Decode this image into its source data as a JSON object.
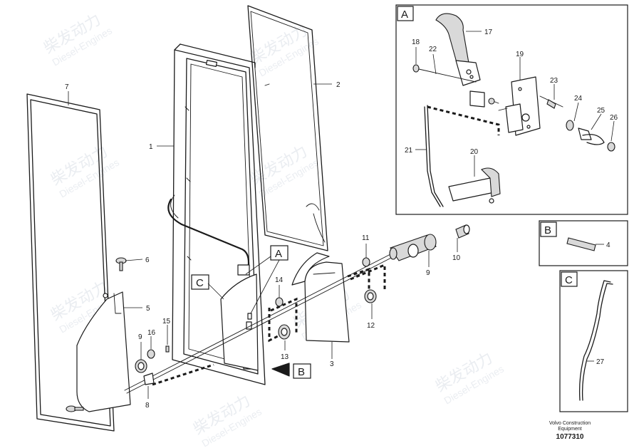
{
  "watermark": {
    "brand_cn": "柴发动力",
    "brand_en": "Diesel-Engines"
  },
  "callouts": {
    "A": "A",
    "B": "B",
    "C": "C"
  },
  "panels": {
    "A": "A",
    "B": "B",
    "C": "C"
  },
  "part_numbers": {
    "p1": "1",
    "p2": "2",
    "p3": "3",
    "p4": "4",
    "p5": "5",
    "p6": "6",
    "p7": "7",
    "p8": "8",
    "p9_left": "9",
    "p9_right": "9",
    "p10": "10",
    "p11": "11",
    "p12": "12",
    "p13": "13",
    "p14": "14",
    "p15": "15",
    "p16": "16",
    "p17": "17",
    "p18": "18",
    "p19": "19",
    "p20": "20",
    "p21": "21",
    "p22": "22",
    "p23": "23",
    "p24": "24",
    "p25": "25",
    "p26": "26",
    "p27": "27"
  },
  "footer": {
    "line1": "Volvo Construction",
    "line2": "Equipment",
    "drawing_number": "1077310"
  }
}
